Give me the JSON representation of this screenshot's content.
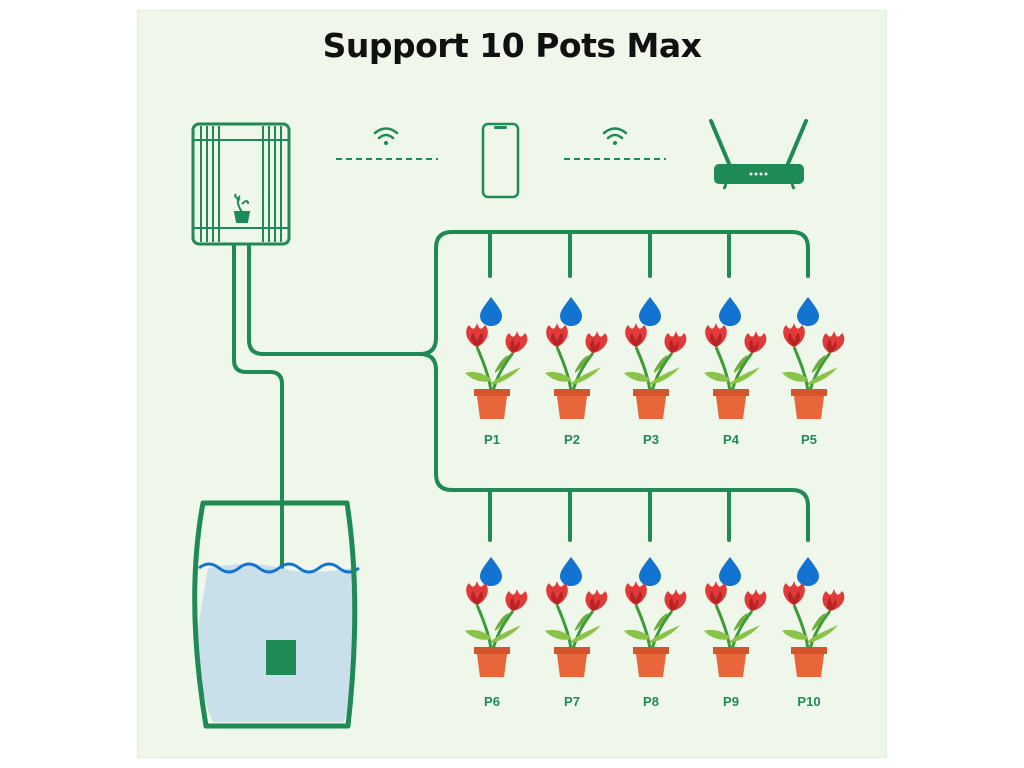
{
  "title": "Support 10 Pots Max",
  "pots": {
    "row1": [
      "P1",
      "P2",
      "P3",
      "P4",
      "P5"
    ],
    "row2": [
      "P6",
      "P7",
      "P8",
      "P9",
      "P10"
    ]
  },
  "colors": {
    "background": "#eef7ea",
    "pipe": "#1f8a55",
    "drop": "#1273d1",
    "water": "#c9dfe9",
    "pot": "#e8663a",
    "flower": "#e03a3a",
    "leaf": "#8ac24a"
  },
  "icons": [
    "controller-device-icon",
    "wifi-icon",
    "smartphone-icon",
    "router-icon",
    "water-drop-icon",
    "flower-pot-icon",
    "water-tank-icon",
    "pump-icon"
  ]
}
